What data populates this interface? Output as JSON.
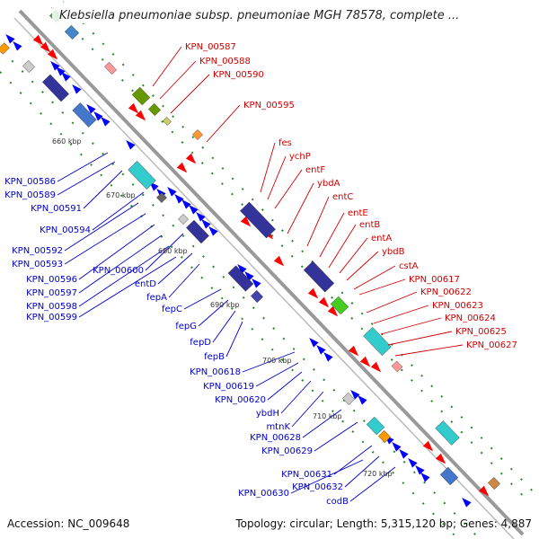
{
  "title": "Klebsiella pneumoniae subsp. pneumoniae MGH 78578, complete ...",
  "footer": {
    "accession": "Accession: NC_009648",
    "topology": "Topology: circular; Length: 5,315,120 bp; Genes: 4,887"
  },
  "colors": {
    "forward": "#ff0000",
    "reverse": "#0000ff",
    "backbone": "#999999",
    "label_red": "#d00000",
    "label_blue": "#0000c8",
    "cyan": "#33cccc",
    "navy": "#333399",
    "olive": "#669900"
  },
  "kbp_ticks": [
    "660 kbp",
    "670 kbp",
    "680 kbp",
    "690 kbp",
    "700 kbp",
    "710 kbp",
    "720 kbp"
  ],
  "red_labels": [
    "KPN_00587",
    "KPN_00588",
    "KPN_00590",
    "KPN_00595",
    "fes",
    "ychP",
    "entF",
    "ybdA",
    "entC",
    "entE",
    "entB",
    "entA",
    "ybdB",
    "cstA",
    "KPN_00617",
    "KPN_00622",
    "KPN_00623",
    "KPN_00624",
    "KPN_00625",
    "KPN_00627"
  ],
  "blue_labels": [
    "KPN_00586",
    "KPN_00589",
    "KPN_00591",
    "KPN_00594",
    "KPN_00592",
    "KPN_00593",
    "KPN_00600",
    "KPN_00596",
    "KPN_00597",
    "KPN_00598",
    "KPN_00599",
    "entD",
    "fepA",
    "fepC",
    "fepG",
    "fepD",
    "fepB",
    "KPN_00618",
    "KPN_00619",
    "KPN_00620",
    "ybdH",
    "mtnK",
    "KPN_00628",
    "KPN_00629",
    "KPN_00631",
    "KPN_00632",
    "KPN_00630",
    "codB"
  ]
}
